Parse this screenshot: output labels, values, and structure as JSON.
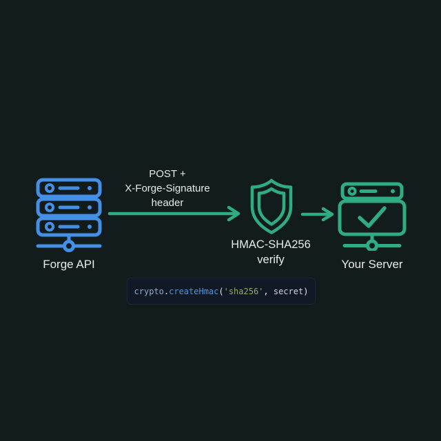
{
  "diagram": {
    "nodes": {
      "forge_api": {
        "label": "Forge API"
      },
      "verifier": {
        "label_line1": "HMAC-SHA256",
        "label_line2": "verify"
      },
      "your_server": {
        "label": "Your Server"
      }
    },
    "arrow1_label": {
      "line1": "POST +",
      "line2": "X-Forge-Signature",
      "line3": "header"
    },
    "code": {
      "tokens": [
        {
          "t": "crypto"
        },
        {
          "t": "."
        },
        {
          "t": "createHmac"
        },
        {
          "t": "("
        },
        {
          "t": "'sha256'"
        },
        {
          "t": ", "
        },
        {
          "t": "secret"
        },
        {
          "t": ")"
        }
      ]
    },
    "icons": [
      "server-stack-icon",
      "arrow-right-icon",
      "shield-icon",
      "arrow-right-icon",
      "server-check-icon"
    ],
    "colors": {
      "background": "#121c1c",
      "forge_api_accent": "#4490e8",
      "secure_accent": "#2fac82",
      "text": "#e8ebec",
      "code_background": "#111927",
      "code_object": "#8fa9c7",
      "code_function": "#4f94d4",
      "code_string": "#8fae63",
      "code_variable": "#ccd4dc",
      "code_punctuation": "#e3e8ec"
    }
  }
}
